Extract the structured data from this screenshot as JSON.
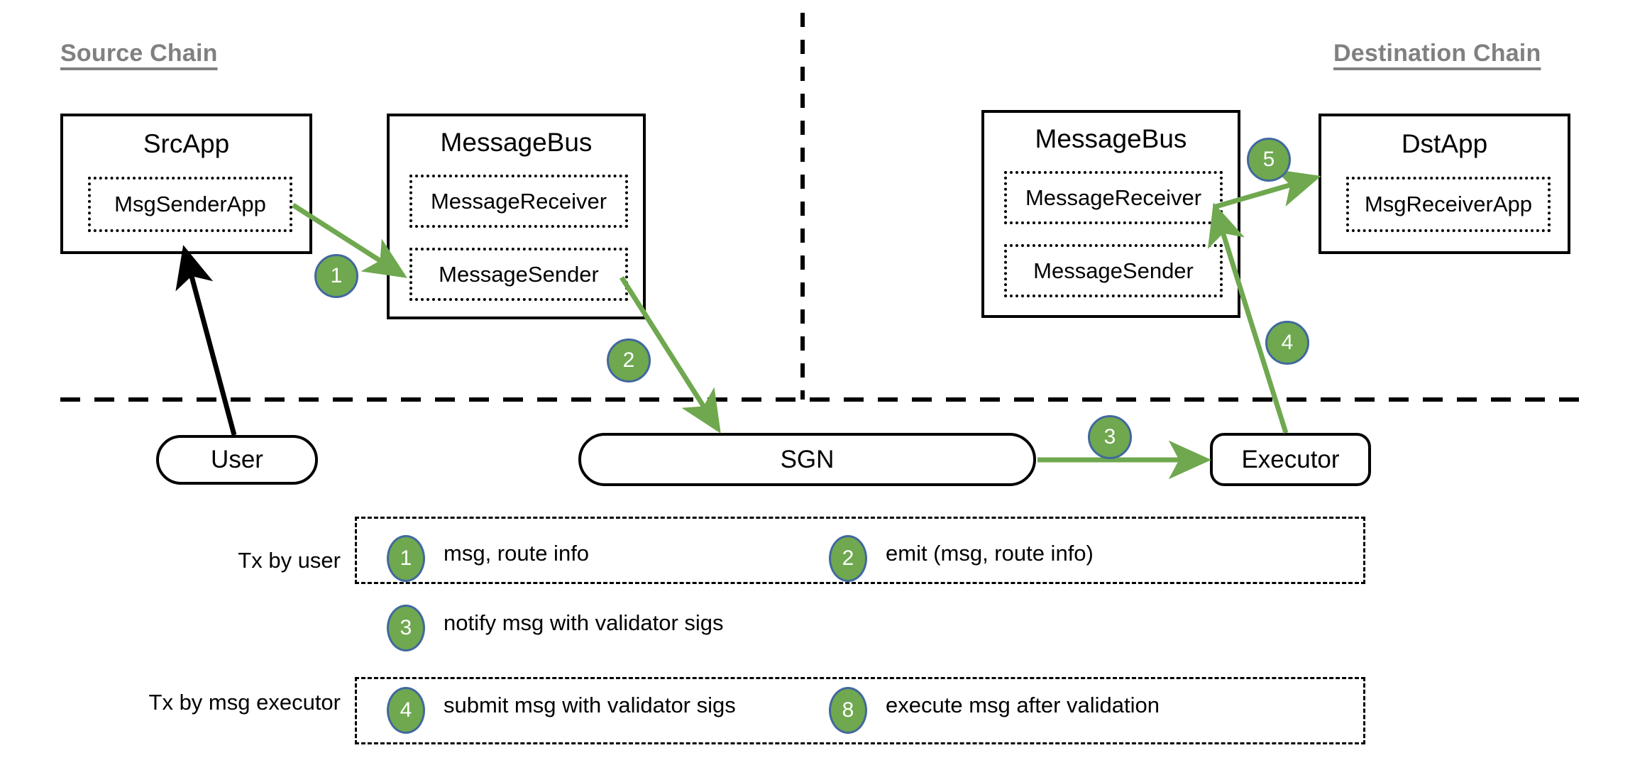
{
  "diagram": {
    "title_hidden": "",
    "colors": {
      "arrow_green": "#6FA84F",
      "badge_fill": "#6FA84F",
      "badge_ring": "#41689E",
      "header_gray": "#808080",
      "stroke_black": "#000000"
    },
    "headers": [
      {
        "id": "source-chain",
        "label": "Source Chain"
      },
      {
        "id": "destination-chain",
        "label": "Destination Chain"
      }
    ],
    "nodes": {
      "src_app": {
        "title": "SrcApp",
        "inner": [
          {
            "label": "MsgSenderApp"
          }
        ]
      },
      "src_message_bus": {
        "title": "MessageBus",
        "inner": [
          {
            "label": "MessageReceiver"
          },
          {
            "label": "MessageSender"
          }
        ]
      },
      "dst_message_bus": {
        "title": "MessageBus",
        "inner": [
          {
            "label": "MessageReceiver"
          },
          {
            "label": "MessageSender"
          }
        ]
      },
      "dst_app": {
        "title": "DstApp",
        "inner": [
          {
            "label": "MsgReceiverApp"
          }
        ]
      },
      "user": {
        "label": "User"
      },
      "sgn": {
        "label": "SGN"
      },
      "executor": {
        "label": "Executor"
      }
    },
    "flow_badges": [
      {
        "id": "flow-badge-1",
        "label": "1"
      },
      {
        "id": "flow-badge-2",
        "label": "2"
      },
      {
        "id": "flow-badge-3",
        "label": "3"
      },
      {
        "id": "flow-badge-4",
        "label": "4"
      },
      {
        "id": "flow-badge-5",
        "label": "5"
      }
    ],
    "legend": {
      "row_labels": [
        {
          "id": "tx-by-user",
          "label": "Tx by user"
        },
        {
          "id": "tx-by-msg-executor",
          "label": "Tx by msg executor"
        }
      ],
      "items": [
        {
          "id": "legend-1",
          "badge": "1",
          "text": "msg, route info"
        },
        {
          "id": "legend-2",
          "badge": "2",
          "text": "emit (msg, route info)"
        },
        {
          "id": "legend-3",
          "badge": "3",
          "text": "notify msg with validator sigs"
        },
        {
          "id": "legend-4",
          "badge": "4",
          "text": "submit msg with validator sigs"
        },
        {
          "id": "legend-8",
          "badge": "8",
          "text": "execute msg after validation"
        }
      ]
    }
  }
}
